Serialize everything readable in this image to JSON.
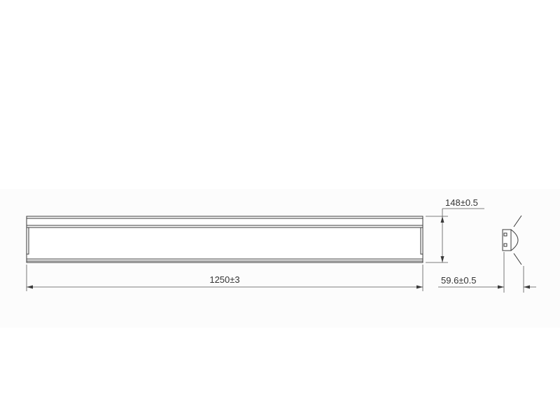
{
  "drawing": {
    "length_label": "1250±3",
    "width_label": "148±0.5",
    "depth_label": "59.6±0.5"
  },
  "colors": {
    "line": "#3a3a3a",
    "background_band": "#fcfcfc"
  }
}
